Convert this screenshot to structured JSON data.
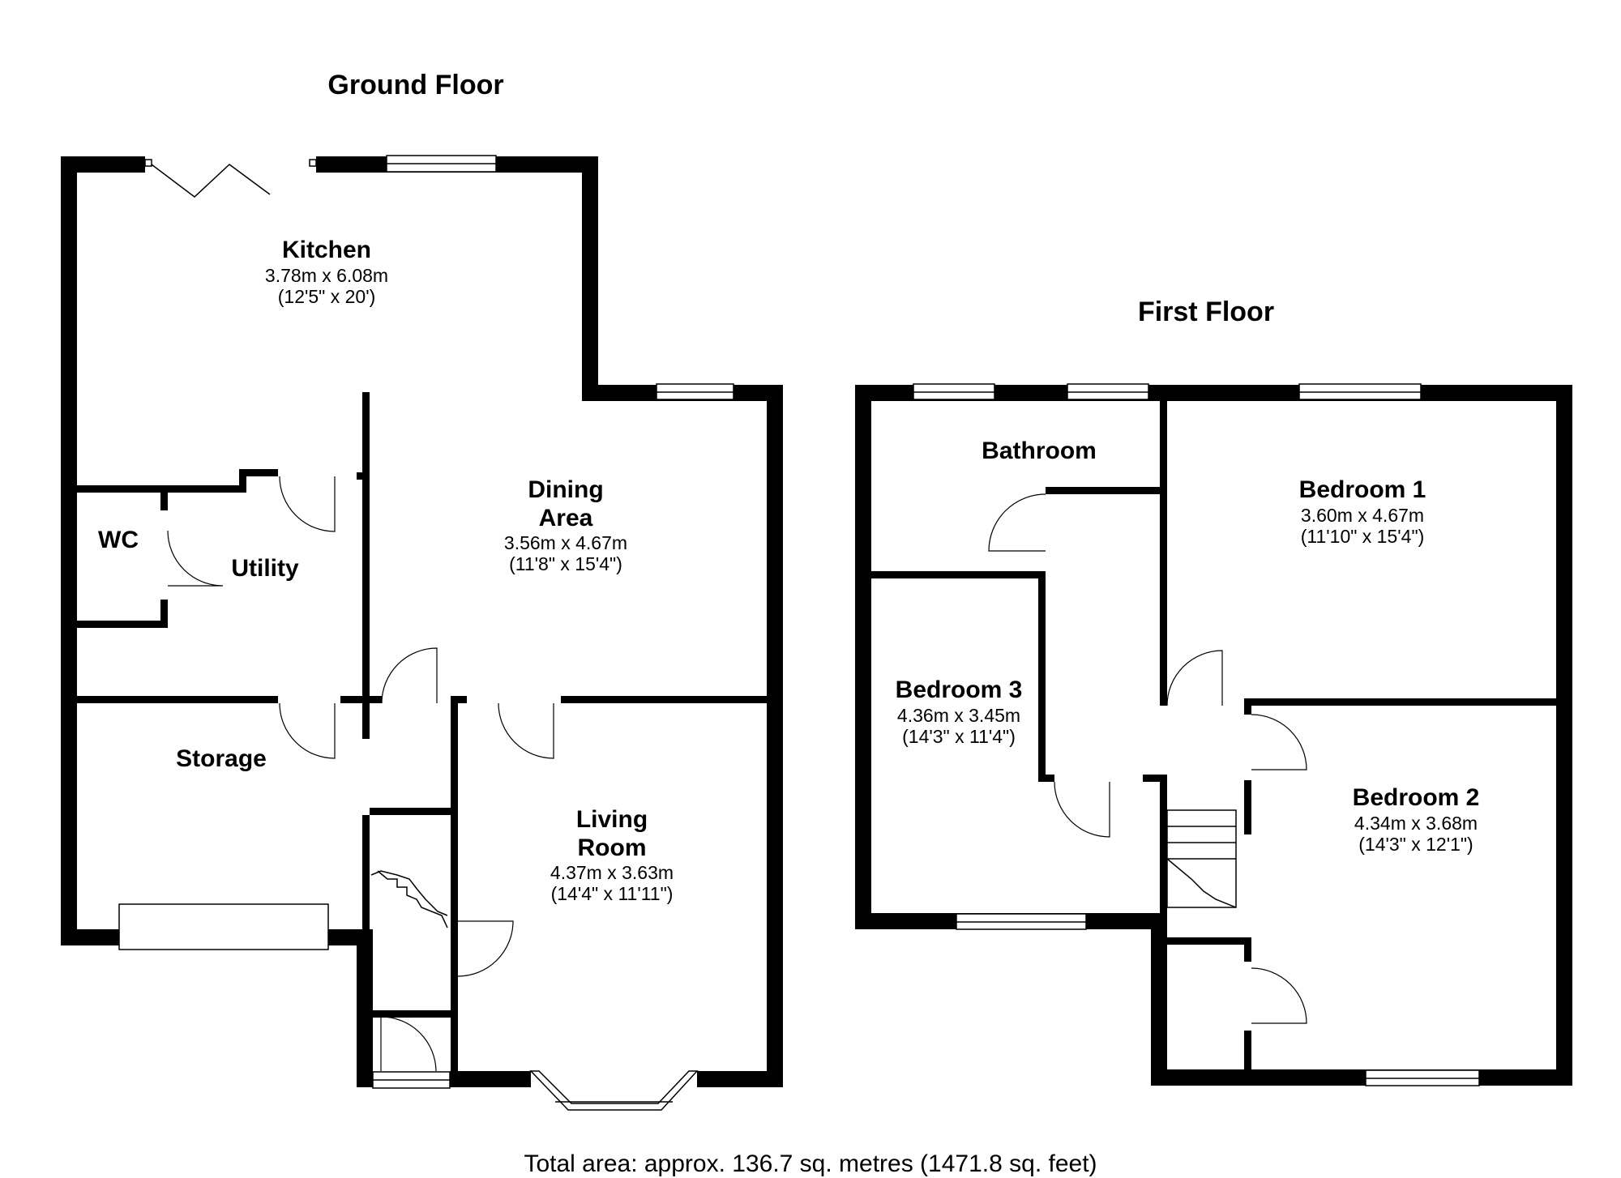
{
  "floors": {
    "ground": {
      "title": "Ground Floor",
      "rooms": {
        "kitchen": {
          "name": "Kitchen",
          "metric": "3.78m x 6.08m",
          "imperial": "(12'5\" x 20')"
        },
        "dining": {
          "name": "Dining Area",
          "metric": "3.56m x 4.67m",
          "imperial": "(11'8\" x 15'4\")"
        },
        "wc": {
          "name": "WC"
        },
        "utility": {
          "name": "Utility"
        },
        "storage": {
          "name": "Storage"
        },
        "living": {
          "name": "Living Room",
          "metric": "4.37m x 3.63m",
          "imperial": "(14'4\" x 11'11\")"
        }
      }
    },
    "first": {
      "title": "First Floor",
      "rooms": {
        "bathroom": {
          "name": "Bathroom"
        },
        "bedroom1": {
          "name": "Bedroom 1",
          "metric": "3.60m x 4.67m",
          "imperial": "(11'10\" x 15'4\")"
        },
        "bedroom3": {
          "name": "Bedroom 3",
          "metric": "4.36m x 3.45m",
          "imperial": "(14'3\" x 11'4\")"
        },
        "bedroom2": {
          "name": "Bedroom 2",
          "metric": "4.34m x 3.68m",
          "imperial": "(14'3\" x 12'1\")"
        }
      }
    }
  },
  "total_area": "Total area: approx. 136.7 sq. metres (1471.8 sq. feet)"
}
